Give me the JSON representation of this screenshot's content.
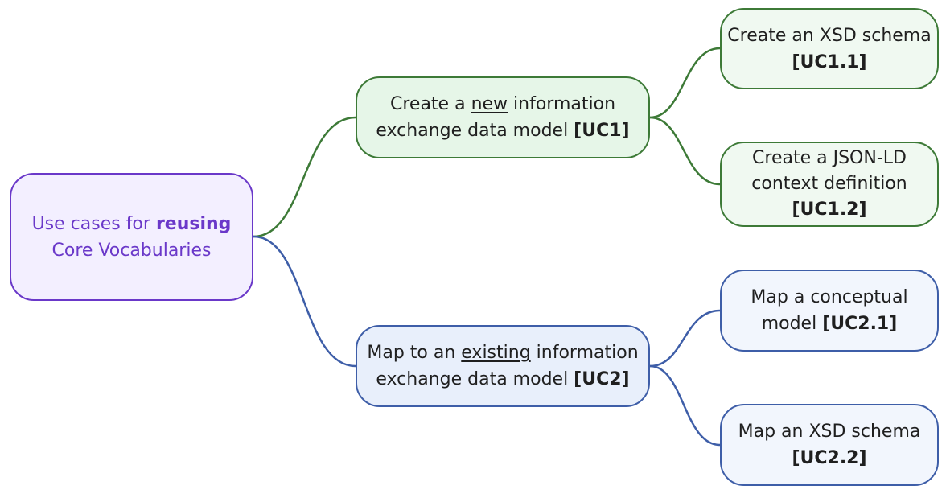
{
  "diagram": {
    "root": {
      "text_before": "Use cases for ",
      "text_bold": "reusing",
      "line2": "Core Vocabularies"
    },
    "uc1": {
      "before": "Create a ",
      "underline": "new",
      "after": " information",
      "line2": "exchange data model ",
      "code": "[UC1]"
    },
    "uc2": {
      "before": "Map to an ",
      "underline": "existing",
      "after": " information",
      "line2": "exchange data model ",
      "code": "[UC2]"
    },
    "uc1_1": {
      "line1": "Create an XSD schema",
      "code": "[UC1.1]"
    },
    "uc1_2": {
      "line1": "Create a JSON-LD",
      "line2": "context definition",
      "code": "[UC1.2]"
    },
    "uc2_1": {
      "line1": "Map a conceptual",
      "line2": "model ",
      "code": "[UC2.1]"
    },
    "uc2_2": {
      "line1": "Map an XSD schema",
      "code": "[UC2.2]"
    }
  },
  "colors": {
    "root_border": "#6a38c9",
    "root_fill": "#f3efff",
    "green_border": "#3d7a37",
    "green_fill": "#e6f6e8",
    "blue_border": "#3e5ea8",
    "blue_fill": "#e8effb"
  }
}
